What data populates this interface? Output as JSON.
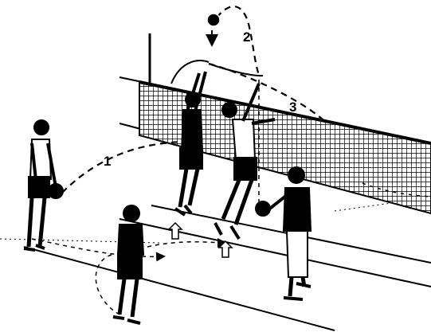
{
  "diagram": {
    "path_labels": [
      "1",
      "2",
      "3"
    ],
    "colors": {
      "ink": "#000000",
      "paper": "#ffffff"
    }
  }
}
